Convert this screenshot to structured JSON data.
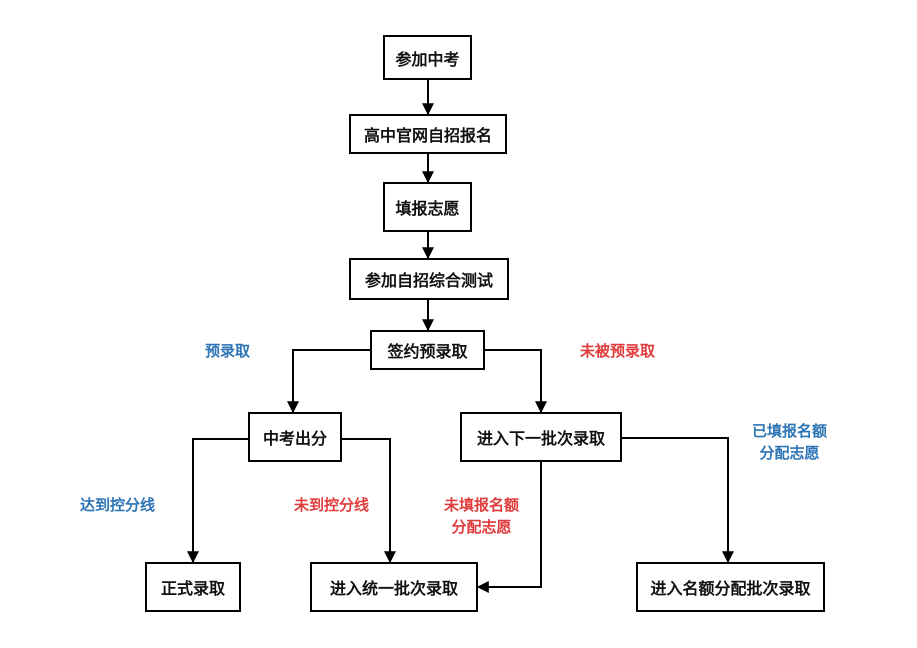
{
  "nodes": {
    "take_exam": "参加中考",
    "register": "高中官网自招报名",
    "fill_wish": "填报志愿",
    "comprehensive_test": "参加自招综合测试",
    "sign_pre_admit": "签约预录取",
    "exam_score": "中考出分",
    "next_batch": "进入下一批次录取",
    "formal_admit": "正式录取",
    "unified_batch": "进入统一批次录取",
    "quota_batch": "进入名额分配批次录取"
  },
  "labels": {
    "pre_admitted": "预录取",
    "not_pre_admitted": "未被预录取",
    "reach_line": "达到控分线",
    "not_reach_line": "未到控分线",
    "not_filled_quota_1": "未填报名额",
    "not_filled_quota_2": "分配志愿",
    "filled_quota_1": "已填报名额",
    "filled_quota_2": "分配志愿"
  },
  "colors": {
    "positive_label": "#2e75b6",
    "negative_label": "#e03c3c",
    "line": "#000000"
  }
}
